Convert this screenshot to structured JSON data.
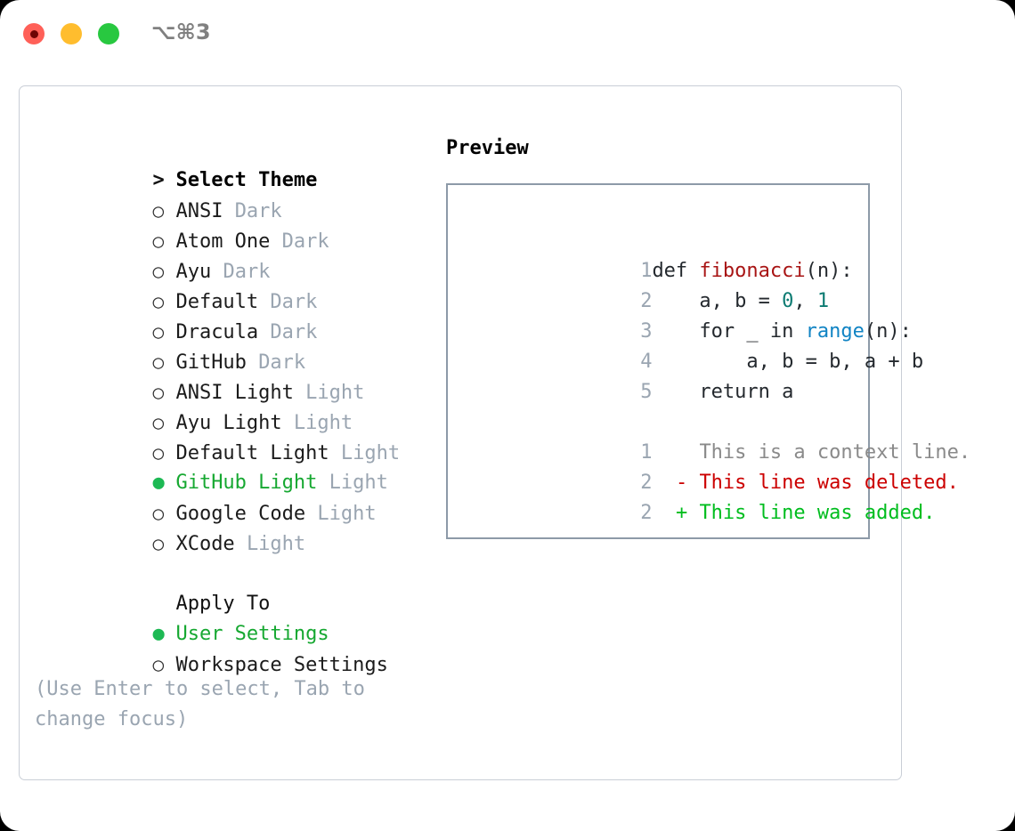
{
  "window": {
    "shortcut": "⌥⌘3",
    "traffic_lights": [
      {
        "name": "close",
        "color": "#ff6058"
      },
      {
        "name": "minimize",
        "color": "#ffbd2e"
      },
      {
        "name": "zoom",
        "color": "#28c840"
      }
    ]
  },
  "theme_panel": {
    "header": {
      "caret": ">",
      "title": "Select Theme"
    },
    "items": [
      {
        "marker": "○",
        "label": "ANSI",
        "variant": "Dark",
        "selected": false
      },
      {
        "marker": "○",
        "label": "Atom One",
        "variant": "Dark",
        "selected": false
      },
      {
        "marker": "○",
        "label": "Ayu",
        "variant": "Dark",
        "selected": false
      },
      {
        "marker": "○",
        "label": "Default",
        "variant": "Dark",
        "selected": false
      },
      {
        "marker": "○",
        "label": "Dracula",
        "variant": "Dark",
        "selected": false
      },
      {
        "marker": "○",
        "label": "GitHub",
        "variant": "Dark",
        "selected": false
      },
      {
        "marker": "○",
        "label": "ANSI Light",
        "variant": "Light",
        "selected": false
      },
      {
        "marker": "○",
        "label": "Ayu Light",
        "variant": "Light",
        "selected": false
      },
      {
        "marker": "○",
        "label": "Default Light",
        "variant": "Light",
        "selected": false
      },
      {
        "marker": "●",
        "label": "GitHub Light",
        "variant": "Light",
        "selected": true
      },
      {
        "marker": "○",
        "label": "Google Code",
        "variant": "Light",
        "selected": false
      },
      {
        "marker": "○",
        "label": "XCode",
        "variant": "Light",
        "selected": false
      }
    ]
  },
  "apply_to": {
    "title": "Apply To",
    "options": [
      {
        "marker": "●",
        "label": "User Settings",
        "selected": true
      },
      {
        "marker": "○",
        "label": "Workspace Settings",
        "selected": false
      }
    ]
  },
  "hint": "(Use Enter to select, Tab to change focus)",
  "preview": {
    "title": "Preview",
    "code_lines": [
      {
        "num": "1",
        "indent": "",
        "tokens": [
          {
            "t": "def ",
            "c": "plain"
          },
          {
            "t": "fibonacci",
            "c": "fn"
          },
          {
            "t": "(n):",
            "c": "plain"
          }
        ]
      },
      {
        "num": "2",
        "indent": "    ",
        "tokens": [
          {
            "t": "a, b = ",
            "c": "plain"
          },
          {
            "t": "0",
            "c": "num"
          },
          {
            "t": ", ",
            "c": "plain"
          },
          {
            "t": "1",
            "c": "num"
          }
        ]
      },
      {
        "num": "3",
        "indent": "    ",
        "tokens": [
          {
            "t": "for _ in ",
            "c": "plain"
          },
          {
            "t": "range",
            "c": "call"
          },
          {
            "t": "(n):",
            "c": "plain"
          }
        ]
      },
      {
        "num": "4",
        "indent": "        ",
        "tokens": [
          {
            "t": "a, b = b, a + b",
            "c": "plain"
          }
        ]
      },
      {
        "num": "5",
        "indent": "    ",
        "tokens": [
          {
            "t": "return a",
            "c": "plain"
          }
        ]
      }
    ],
    "diff_lines": [
      {
        "num": "1",
        "sign": " ",
        "text": "This is a context line.",
        "kind": "ctx"
      },
      {
        "num": "2",
        "sign": "-",
        "text": "This line was deleted.",
        "kind": "del"
      },
      {
        "num": "2",
        "sign": "+",
        "text": "This line was added.",
        "kind": "add"
      }
    ]
  },
  "colors": {
    "selected_green": "#16a831",
    "muted_gray": "#9aa5b1",
    "diff_delete": "#cc0000",
    "diff_add": "#00bd1e",
    "syntax_function": "#a81414",
    "syntax_number": "#0c7b72",
    "syntax_call": "#1184c4"
  }
}
